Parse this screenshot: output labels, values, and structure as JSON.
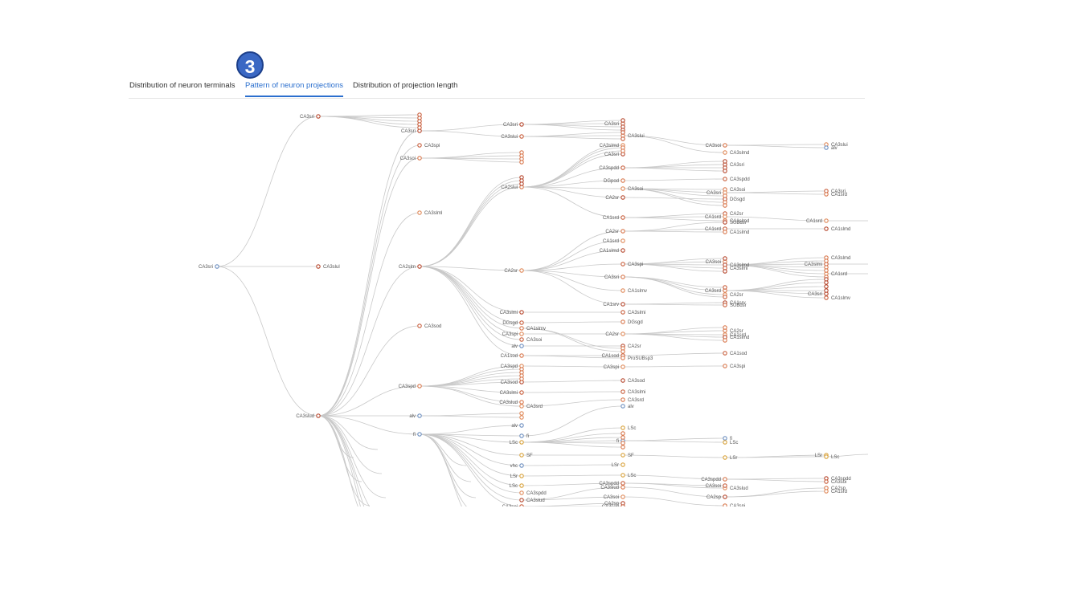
{
  "step_badge": "3",
  "tabs": [
    {
      "label": "Distribution of neuron terminals",
      "active": false
    },
    {
      "label": "Pattern of neuron projections",
      "active": true
    },
    {
      "label": "Distribution of projection length",
      "active": false
    }
  ],
  "colors": {
    "accent": "#2b6fce",
    "badge": "#3a68c4",
    "link": "#c8c8c8"
  },
  "tree": {
    "root": "CA3sri",
    "level1": [
      "CA3sri",
      "CA3slul",
      "CA3slud"
    ],
    "level2": [
      "CA3sri",
      "CA3spi",
      "CA3soi",
      "CA3slml",
      "CA2slm",
      "CA3sod",
      "CA3spd",
      "alv",
      "fi"
    ],
    "level3": [
      "CA3sri",
      "CA3slui",
      "CA2slui",
      "CA2sr",
      "CA3slmi",
      "DGsgd",
      "CA1slmv",
      "CA3spi",
      "alv",
      "CA3soi",
      "CA1sod",
      "CA3spd",
      "CA3sod",
      "CA3slmi",
      "CA3slud",
      "CA3srd",
      "alv",
      "fi",
      "LSc",
      "SF",
      "vhc",
      "LSr",
      "LSc",
      "CA3spdd",
      "CA3slud",
      "CA3soi"
    ],
    "level4": [
      "CA3sri",
      "CA3slui",
      "CA3slmd",
      "CA3sri",
      "CA3spdd",
      "DGpod",
      "CA3soi",
      "CA2sr",
      "CA1srd",
      "CA2sr",
      "CA1srd",
      "CA1slmd",
      "CA3spi",
      "CA3sri",
      "CA1slmv",
      "CA1srv",
      "CA3slmi",
      "DGsgd",
      "CA2sr",
      "CA2sr",
      "CA1sod",
      "ProSUBsp3",
      "CA3spi",
      "CA3sod",
      "CA3slmi",
      "CA3srd",
      "alv",
      "LSc",
      "fi",
      "SF",
      "LSr",
      "LSc",
      "CA3spdd",
      "CA3slud",
      "CA3soi",
      "CA2sp",
      "CA3sod"
    ],
    "level5": [
      "CA3soi",
      "CA3slmd",
      "CA3sri",
      "CA3spdd",
      "CA3soi",
      "CA3sri",
      "DGsgd",
      "CA2sr",
      "CA1slmd",
      "CA1srd",
      "SUBdsr",
      "CA1srd",
      "CA1slmd",
      "CA3soi",
      "CA3slmd",
      "CA3slmi",
      "CA3srd",
      "CA2sr",
      "CA1srv",
      "SUBdsr",
      "CA2sr",
      "CA1srd",
      "CA1slmd",
      "CA1sod",
      "CA3spi",
      "fi",
      "LSc",
      "LSr",
      "CA3spdd",
      "CA3slud",
      "CA2sp",
      "CA3soi",
      "CA3spi"
    ],
    "level6": [
      "CA3slui",
      "alv",
      "CA3sri",
      "CA1srd",
      "CA1srd",
      "CA1slmd",
      "CA3slmi",
      "CA3slmd",
      "CA1srd",
      "CA3sri",
      "CA1slmv",
      "LSr",
      "LSc",
      "CA3spdd",
      "CA3soi",
      "CA2sp",
      "CA1srd"
    ]
  }
}
